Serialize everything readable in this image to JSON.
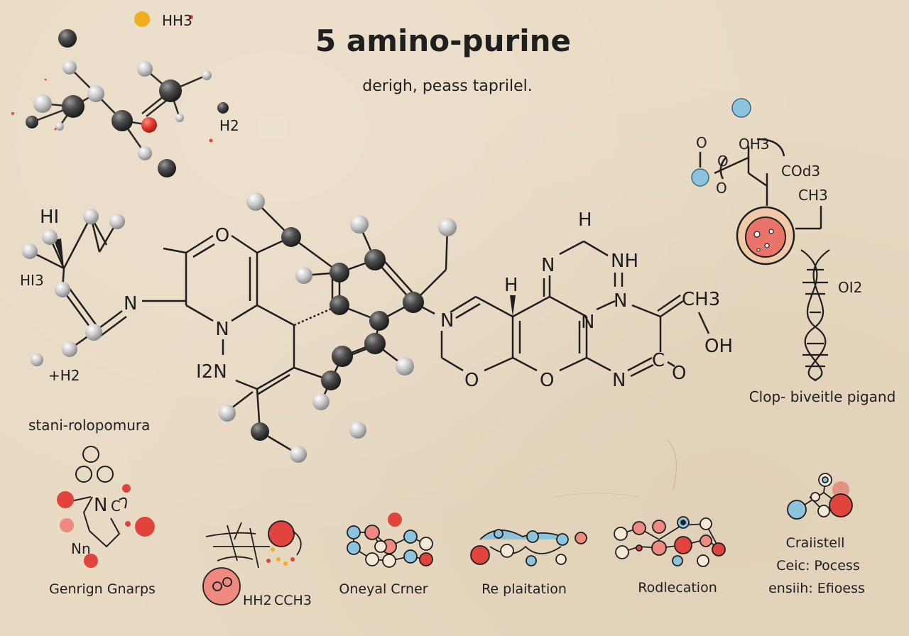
{
  "title": "5 amino-purine",
  "subtitle": "derigh, peass taprilel.",
  "formula_labels": {
    "top_hh3": "HH3",
    "top_h2": "H2",
    "left_h": "HI",
    "left_hl3": "HI3",
    "left_n": "N",
    "left_h2": "+H2",
    "core_o": "O",
    "core_n": "N",
    "core_i2n": "I2N",
    "right_h": "H",
    "right_n1": "N",
    "right_nh": "NH",
    "right_h2": "H",
    "right_n2": "N",
    "right_n3": "N",
    "right_ch3": "CH3",
    "right_oh": "OH",
    "right_c": "C",
    "right_o3": "O",
    "ring_o1": "O",
    "ring_o2": "O",
    "ring_n4": "N",
    "ring_n5": "N",
    "tr_oh3": "OH3",
    "tr_co3": "COd3",
    "tr_ch3": "CH3",
    "tr_o1": "O",
    "tr_o2": "O",
    "tr_o3": "O",
    "dna_oi2": "OI2",
    "bottom_n": "N",
    "bottom_c": "C",
    "bottom_nn": "Nn",
    "bottom_hh2": "HH2",
    "bottom_cch3": "CCH3"
  },
  "section_labels": {
    "left_caption": "stani-rolopomura",
    "right_caption": "Clop- biveitle pigand"
  },
  "bottom_captions": [
    "Genrign Gnarps",
    "Oneyal Crner",
    "Re plaitation",
    "Rodlecation"
  ],
  "bottom_right_caption_lines": [
    "Craiistell",
    "Ceic: Pocess",
    "ensiih: Efioess"
  ],
  "colors": {
    "paper": "#e8dac3",
    "ink": "#1f1f1f",
    "atom_dark": "#4a4a4a",
    "atom_light": "#c9c9c9",
    "accent_red": "#e0443c",
    "accent_blue": "#8dc3dc",
    "accent_yellow": "#f0ad1e"
  }
}
